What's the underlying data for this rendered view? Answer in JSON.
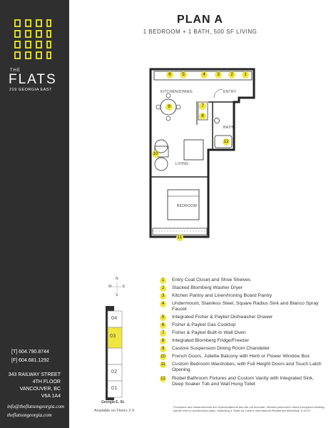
{
  "header": {
    "title": "PLAN A",
    "subtitle": "1 BEDROOM + 1 BATH, 500 SF LIVING"
  },
  "brand": {
    "the": "THE",
    "name": "FLATS",
    "address": "219 GEORGIA EAST",
    "accent_color": "#d9d82a",
    "sidebar_color": "#2f2f2f"
  },
  "contact": {
    "phone": "[T] 604.790.8744",
    "fax": "[F] 604.681.1292",
    "office_line1": "343 RAILWAY STREET",
    "office_line2": "4TH FLOOR",
    "office_line3": "VANCOUVER, BC",
    "office_line4": "V6A 1A4",
    "email": "info@theflatsongeorgia.com",
    "website": "theflatsongeorgia.com"
  },
  "rooms": {
    "kitchen": "KITCHEN/DINING",
    "entry": "ENTRY",
    "bath": "BATH",
    "living": "LIVING",
    "bedroom": "BEDROOM"
  },
  "compass": {
    "n": "N",
    "w": "W",
    "e": "E",
    "s": "S"
  },
  "key_plan": {
    "floors": [
      "04",
      "03",
      "02",
      "01"
    ],
    "highlighted": "03",
    "street": "Georgia E. St.",
    "caption": "Available on Floors 2-9",
    "highlight_color": "#f1e640"
  },
  "legend": [
    {
      "num": "1",
      "text": "Entry Coat Closet and Shoe Shelves"
    },
    {
      "num": "2",
      "text": "Stacked Blomberg Washer Dryer"
    },
    {
      "num": "3",
      "text": "Kitchen Pantry and Linen/Ironing Board Pantry"
    },
    {
      "num": "4",
      "text": "Undermount, Stainless Steel, Square Radius Sink and Blanco Spray Faucet"
    },
    {
      "num": "5",
      "text": "Integrated Fisher & Paykel Dishwasher Drawer"
    },
    {
      "num": "6",
      "text": "Fisher & Paykel Gas Cooktop"
    },
    {
      "num": "7",
      "text": "Fisher & Paykel Built-In Wall Oven"
    },
    {
      "num": "8",
      "text": "Integrated Blomberg Fridge/Freezer"
    },
    {
      "num": "9",
      "text": "Castore Suspension Dining Room Chandelier"
    },
    {
      "num": "10",
      "text": "French Doors, Juliette Balcony with Herb or Flower Window Box"
    },
    {
      "num": "11",
      "text": "Custom Bedroom Wardrobes, with Full Height Doors and Touch Latch Opening"
    },
    {
      "num": "12",
      "text": "Riobel Bathroom Fixtures and Custom Vanity with Integrated Sink, Deep Soaker Tub and Wall Hung Toilet"
    }
  ],
  "plan_badges": [
    "6",
    "5",
    "4",
    "3",
    "2",
    "1",
    "9",
    "7",
    "8",
    "12",
    "10",
    "11"
  ],
  "disclaimer": "Floorplans and measurements are representational and are not accurate. Window placement varies throughout building - please refer to architectural plans. Marketing & Sales by Colliers International Residential Marketing. E.&O.E."
}
